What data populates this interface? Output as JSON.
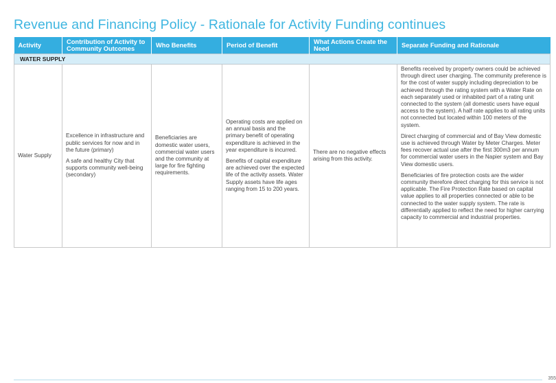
{
  "page": {
    "title": "Revenue and Financing Policy - Rationale for Activity Funding continues",
    "page_number": "355"
  },
  "colors": {
    "title": "#3db5e0",
    "header_bg": "#34aee0",
    "section_bg": "#d5edf8"
  },
  "table": {
    "headers": [
      "Activity",
      "Contribution of Activity to Community Outcomes",
      "Who Benefits",
      "Period of Benefit",
      "What Actions Create the Need",
      "Separate Funding and Rationale"
    ],
    "section": "WATER SUPPLY",
    "row": {
      "activity": "Water Supply",
      "contribution": [
        "Excellence in infrastructure and public services for now and in the future (primary)",
        "A safe and healthy City that supports community well-being (secondary)"
      ],
      "who_benefits": "Beneficiaries are domestic water users, commercial water users and the community at large for fire fighting requirements.",
      "period": [
        "Operating costs are applied on an annual basis and the primary benefit of operating expenditure is achieved in the year expenditure is incurred.",
        "Benefits of capital expenditure are achieved over the expected life of the activity assets. Water Supply assets have life ages ranging from 15 to 200 years."
      ],
      "actions": "There are no negative effects arising from this activity.",
      "rationale": [
        "Benefits received by property owners could be achieved through direct user charging. The community preference is for the cost of water supply including depreciation to be achieved through the rating system with a Water Rate on each separately used or inhabited part of a rating unit connected to the system (all domestic users have equal access to the system). A half rate applies to all rating units not connected but located within 100 meters of the system.",
        "Direct charging of commercial and of Bay View domestic use is achieved through Water by Meter Charges. Meter fees recover actual use after the first 300m3 per annum for commercial water users in the Napier system and Bay View domestic users.",
        "Beneficiaries of fire protection costs are the wider community therefore direct charging for this service is not applicable. The Fire Protection Rate based on capital value applies to all properties connected or able to be connected to the water supply system. The rate is differentially applied to reflect the need for higher carrying capacity to commercial and industrial properties."
      ]
    }
  }
}
